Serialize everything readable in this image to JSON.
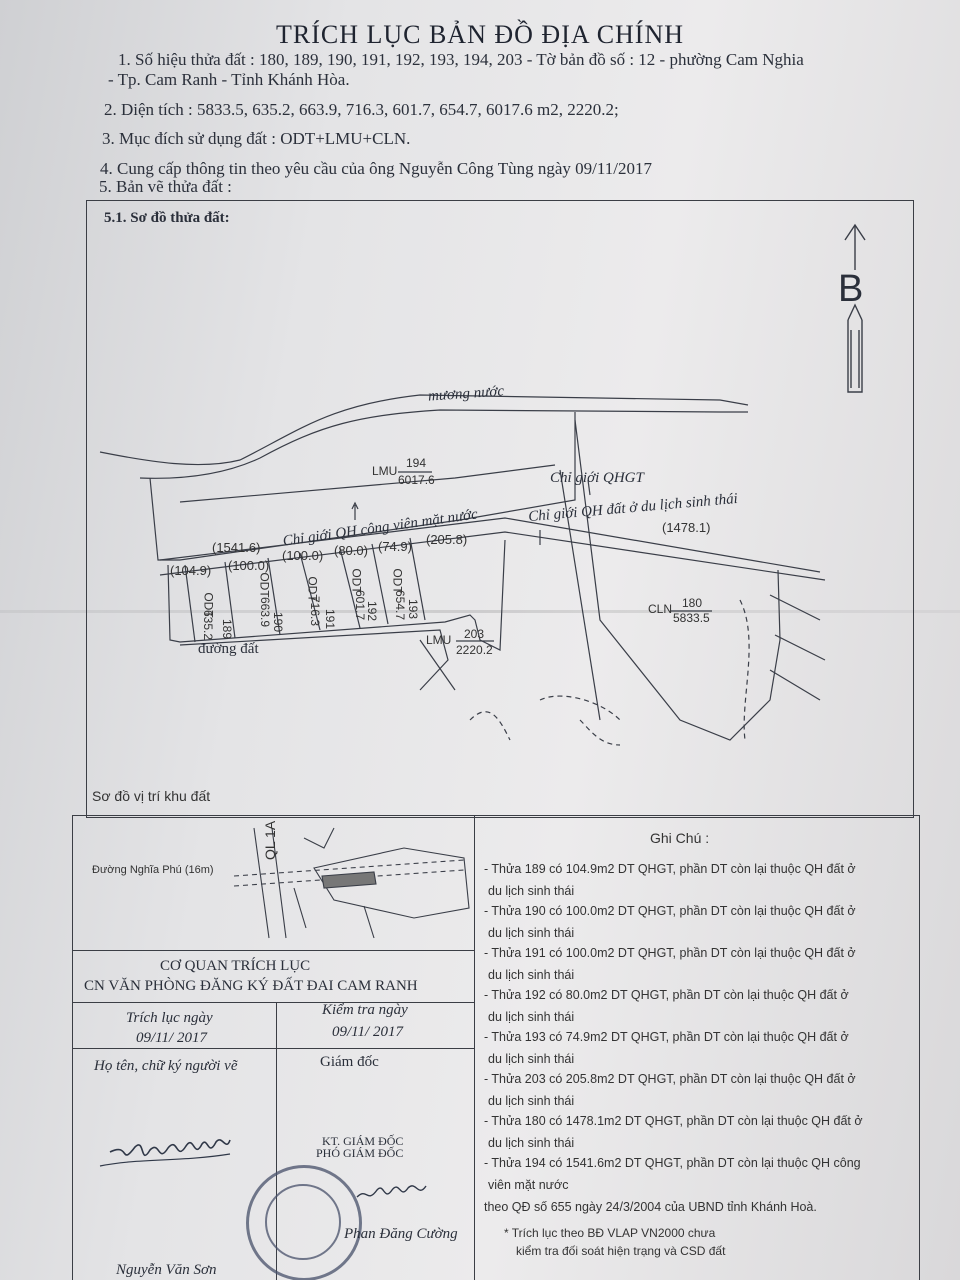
{
  "title": "TRÍCH LỤC BẢN ĐỒ ĐỊA CHÍNH",
  "items": {
    "i1a": "1. Số hiệu thửa đất : 180, 189, 190, 191, 192, 193, 194, 203 - Tờ bản đồ số : 12 - phường Cam Nghia",
    "i1b": "- Tp. Cam Ranh - Tỉnh Khánh Hòa.",
    "i2": "2. Diện tích : 5833.5, 635.2, 663.9, 716.3, 601.7, 654.7, 6017.6 m2, 2220.2;",
    "i3": "3. Mục đích sử dụng đất : ODT+LMU+CLN.",
    "i4": "4. Cung cấp thông tin theo yêu cầu của ông Nguyễn Công Tùng ngày 09/11/2017",
    "i5": "5. Bản vẽ thửa đất :"
  },
  "map": {
    "section": "5.1. Sơ đồ thửa đất:",
    "north": "B",
    "canal": "mương nước",
    "road": "đường đất",
    "boundary_park": "Chỉ giới QH công viên mặt nước",
    "boundary_road": "Chỉ giới QHGT",
    "boundary_tourism": "Chỉ giới QH đất ở du lịch sinh thái",
    "dims": {
      "d1541": "(1541.6)",
      "d1049": "(104.9)",
      "d1000a": "(100.0)",
      "d1000b": "(100.0)",
      "d800": "(80.0)",
      "d749": "(74.9)",
      "d2058": "(205.8)",
      "d14781": "(1478.1)"
    },
    "parcels": {
      "p194": {
        "use": "LMU",
        "num": "194",
        "area": "6017.6"
      },
      "p180": {
        "use": "CLN",
        "num": "180",
        "area": "5833.5"
      },
      "p203": {
        "use": "LMU",
        "num": "203",
        "area": "2220.2"
      },
      "p189": {
        "use": "ODT",
        "num": "189",
        "area": "635.2"
      },
      "p190": {
        "use": "ODT",
        "num": "190",
        "area": "663.9"
      },
      "p191": {
        "use": "ODT",
        "num": "191",
        "area": "716.3"
      },
      "p192": {
        "use": "ODT",
        "num": "192",
        "area": "601.7"
      },
      "p193": {
        "use": "ODT",
        "num": "193",
        "area": "654.7"
      }
    },
    "location_title": "Sơ đồ vị trí khu đất"
  },
  "location": {
    "road_name": "Đường Nghĩa Phú (16m)",
    "highway": "QL 1A"
  },
  "office": {
    "line1": "CƠ QUAN TRÍCH LỤC",
    "line2": "CN VĂN PHÒNG ĐĂNG KÝ ĐẤT ĐAI CAM RANH",
    "extract_label": "Trích lục ngày",
    "extract_date": "09/11/ 2017",
    "check_label": "Kiểm tra ngày",
    "check_date": "09/11/ 2017",
    "drawer_label": "Họ tên, chữ ký người vẽ",
    "director_label": "Giám đốc",
    "kt": "KT. GIÁM ĐỐC",
    "deputy": "PHÓ GIÁM ĐỐC",
    "drawer_name": "Nguyễn Văn Sơn",
    "director_name": "Phan Đăng Cường"
  },
  "notes": {
    "title": "Ghi Chú :",
    "n1a": "- Thửa 189 có 104.9m2 DT QHGT, phần DT còn lại thuộc QH đất ở",
    "n1b": "du lịch sinh thái",
    "n2a": "- Thửa 190 có 100.0m2 DT QHGT, phần DT còn lại thuộc QH đất ở",
    "n2b": "du lịch sinh thái",
    "n3a": "- Thửa 191 có 100.0m2 DT QHGT, phần DT còn lại thuộc QH đất ở",
    "n3b": "du lịch sinh thái",
    "n4a": "- Thửa 192 có 80.0m2 DT QHGT, phần DT còn lại thuộc QH đất ở",
    "n4b": "du lịch sinh thái",
    "n5a": "- Thửa 193 có 74.9m2 DT QHGT, phần DT còn lại thuộc QH đất ở",
    "n5b": "du lịch sinh thái",
    "n6a": "- Thửa 203 có 205.8m2 DT QHGT, phần DT còn lại thuộc QH đất ở",
    "n6b": "du lịch sinh thái",
    "n7a": "- Thửa 180 có 1478.1m2 DT QHGT, phần DT còn lại thuộc QH đất ở",
    "n7b": "du lịch sinh thái",
    "n8a": "- Thửa 194 có 1541.6m2 DT QHGT, phần DT còn lại thuộc QH công",
    "n8b": "viên mặt nước",
    "n9": "theo QĐ số 655 ngày 24/3/2004 của UBND tỉnh Khánh Hoà.",
    "n10a": "* Trích lục theo BĐ VLAP VN2000 chưa",
    "n10b": "kiểm tra đối soát hiện trạng và CSD đất"
  }
}
